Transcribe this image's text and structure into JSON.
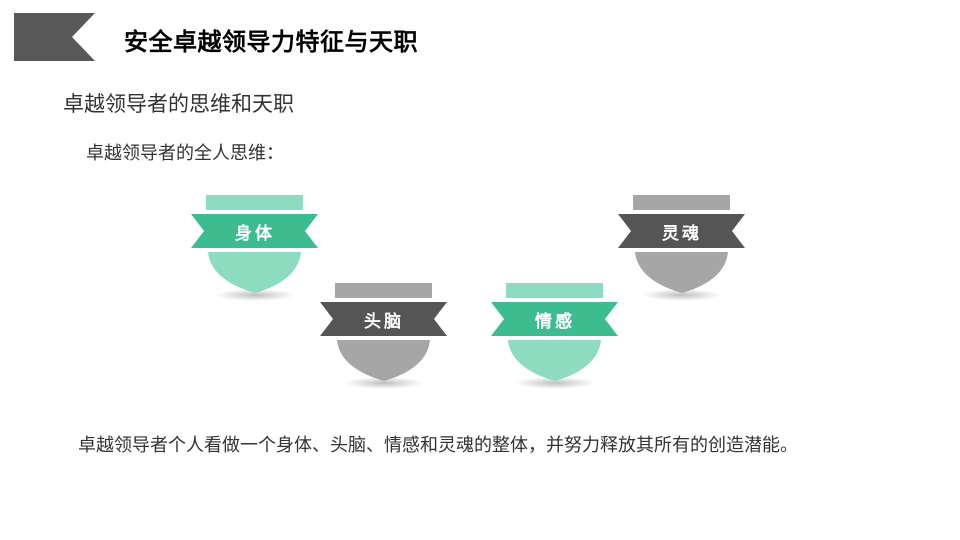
{
  "header": {
    "title": "安全卓越领导力特征与天职"
  },
  "subtitle": "卓越领导者的思维和天职",
  "intro": "卓越领导者的全人思维：",
  "badges": [
    {
      "label": "身体",
      "ribbon_color": "#3dbd8f",
      "light_color": "#8ddcc0"
    },
    {
      "label": "头脑",
      "ribbon_color": "#555555",
      "light_color": "#a6a6a6"
    },
    {
      "label": "情感",
      "ribbon_color": "#3dbd8f",
      "light_color": "#8ddcc0"
    },
    {
      "label": "灵魂",
      "ribbon_color": "#555555",
      "light_color": "#a6a6a6"
    }
  ],
  "summary": "卓越领导者个人看做一个身体、头脑、情感和灵魂的整体，并努力释放其所有的创造潜能。"
}
